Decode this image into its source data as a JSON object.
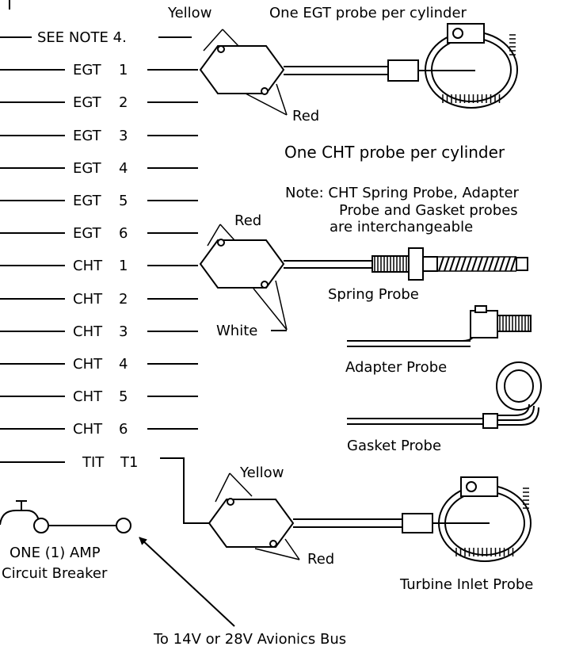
{
  "wires": [
    {
      "id": "see-note",
      "channel": "SEE NOTE 4.",
      "num": ""
    },
    {
      "id": "egt-1",
      "channel": "EGT",
      "num": "1"
    },
    {
      "id": "egt-2",
      "channel": "EGT",
      "num": "2"
    },
    {
      "id": "egt-3",
      "channel": "EGT",
      "num": "3"
    },
    {
      "id": "egt-4",
      "channel": "EGT",
      "num": "4"
    },
    {
      "id": "egt-5",
      "channel": "EGT",
      "num": "5"
    },
    {
      "id": "egt-6",
      "channel": "EGT",
      "num": "6"
    },
    {
      "id": "cht-1",
      "channel": "CHT",
      "num": "1"
    },
    {
      "id": "cht-2",
      "channel": "CHT",
      "num": "2"
    },
    {
      "id": "cht-3",
      "channel": "CHT",
      "num": "3"
    },
    {
      "id": "cht-4",
      "channel": "CHT",
      "num": "4"
    },
    {
      "id": "cht-5",
      "channel": "CHT",
      "num": "5"
    },
    {
      "id": "cht-6",
      "channel": "CHT",
      "num": "6"
    },
    {
      "id": "tit-t1",
      "channel": "TIT",
      "num": "T1"
    }
  ],
  "egt_section": {
    "title": "One EGT probe per cylinder",
    "lead_yellow": "Yellow",
    "lead_red": "Red"
  },
  "cht_section": {
    "title": "One CHT probe per cylinder",
    "note_line1": "Note: CHT Spring Probe, Adapter",
    "note_line2": "Probe and Gasket probes",
    "note_line3": "are interchangeable",
    "lead_red": "Red",
    "lead_white": "White",
    "spring_probe": "Spring Probe",
    "adapter_probe": "Adapter Probe",
    "gasket_probe": "Gasket Probe"
  },
  "tit_section": {
    "lead_yellow": "Yellow",
    "lead_red": "Red",
    "probe_label": "Turbine Inlet Probe"
  },
  "power": {
    "breaker_line1": "ONE (1) AMP",
    "breaker_line2": "Circuit Breaker",
    "bus_label": "To 14V or 28V Avionics Bus"
  }
}
